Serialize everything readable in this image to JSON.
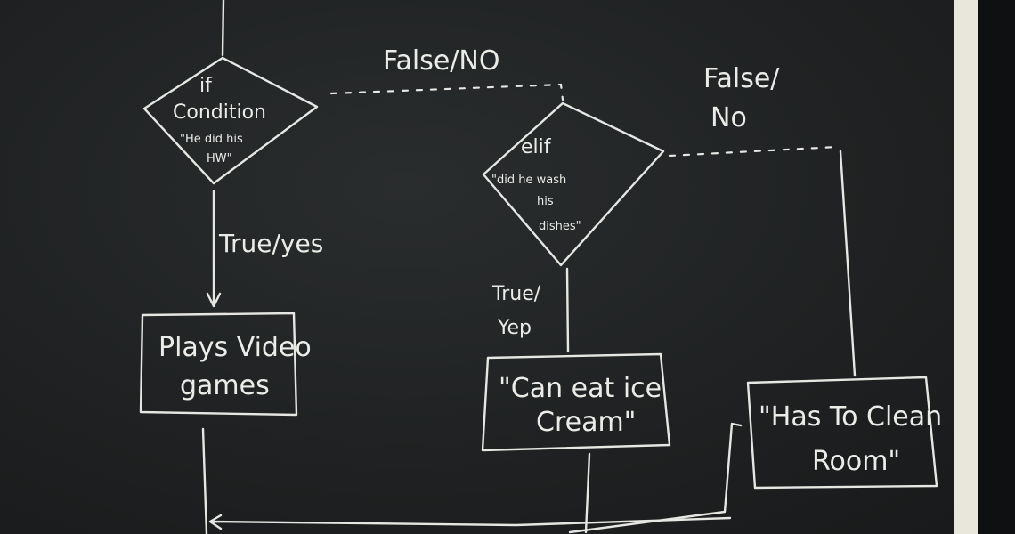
{
  "colors": {
    "board": "#1f2122",
    "chalk": "#e6e6e2",
    "frame_white": "#e9e6dc",
    "frame_dark": "#0f1011"
  },
  "nodes": {
    "if_decision": {
      "line1": "if",
      "line2": "Condition",
      "line3": "\"He did his",
      "line4": "HW\""
    },
    "elif_decision": {
      "line1": "elif",
      "line2": "\"did he wash",
      "line3": "his",
      "line4": "dishes\""
    },
    "video_games": {
      "line1": "Plays Video",
      "line2": "games"
    },
    "ice_cream": {
      "line1": "\"Can eat ice",
      "line2": "Cream\""
    },
    "clean_room": {
      "line1": "\"Has To Clean",
      "line2": "Room\""
    }
  },
  "edges": {
    "if_false": "False/NO",
    "elif_false_line1": "False/",
    "elif_false_line2": "No",
    "if_true": "True/yes",
    "elif_true_line1": "True/",
    "elif_true_line2": "Yep"
  }
}
